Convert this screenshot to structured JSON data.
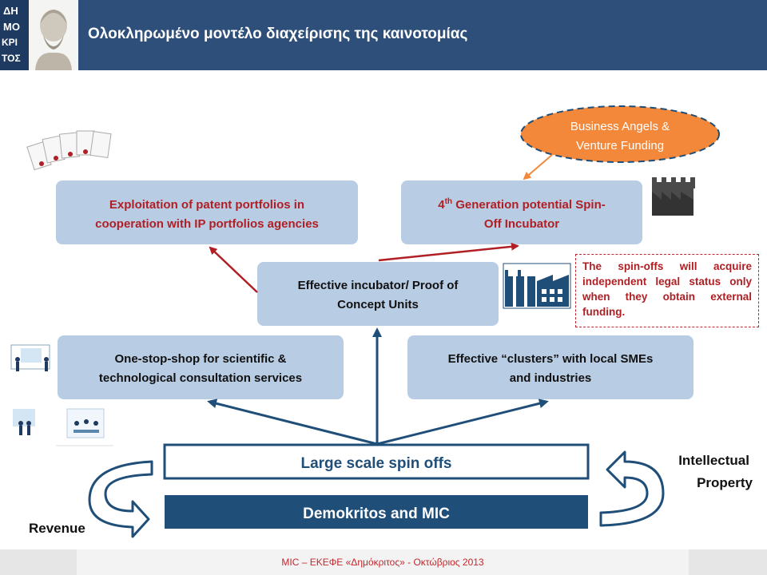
{
  "header": {
    "title": "Ολοκληρωμένο μοντέλο διαχείρισης της καινοτομίας"
  },
  "logo": {
    "letters": [
      "ΔΗ",
      "ΜΟ",
      "ΚΡΙ",
      "ΤΟΣ"
    ]
  },
  "boxes": {
    "patent": {
      "line1": "Exploitation of patent portfolios in",
      "line2": "cooperation with IP portfolios agencies"
    },
    "spinoff_incubator": {
      "prefix": "4",
      "sup": "th",
      "line1_rest": " Generation potential Spin-",
      "line2": "Off Incubator"
    },
    "incubator": {
      "line1": "Effective incubator/ Proof of",
      "line2": "Concept Units"
    },
    "one_stop": {
      "line1": "One-stop-shop for scientific &",
      "line2": "technological consultation services"
    },
    "clusters": {
      "line1": "Effective “clusters” with local SMEs",
      "line2": "and industries"
    },
    "large_scale": {
      "label": "Large scale spin offs"
    },
    "demokritos": {
      "label": "Demokritos and MIC"
    }
  },
  "ellipse": {
    "line1": "Business Angels &",
    "line2": "Venture Funding"
  },
  "note": {
    "text": "The spin-offs will acquire independent legal status only when they obtain external funding."
  },
  "labels": {
    "revenue": "Revenue",
    "ip_line1": "Intellectual",
    "ip_line2": "Property"
  },
  "footer": {
    "text": "MIC – ΕΚΕΦΕ «Δημόκριτος» - Οκτώβριος 2013"
  },
  "colors": {
    "header": "#2d4f7a",
    "box_fill": "#b8cce4",
    "dark_blue": "#1f4e79",
    "red_text": "#b01f24",
    "orange": "#f4883a"
  }
}
